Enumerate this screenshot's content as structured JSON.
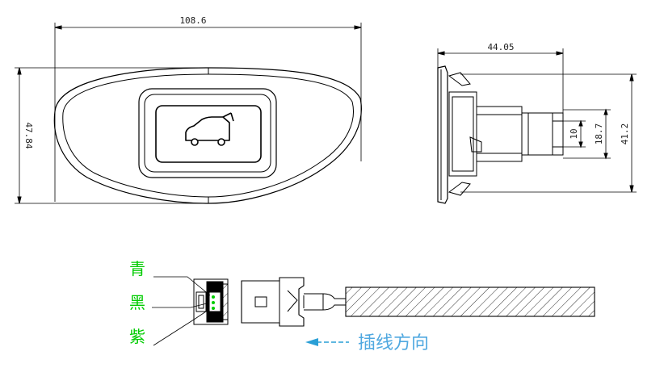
{
  "front_view": {
    "width_dim": "108.6",
    "height_dim": "47.84"
  },
  "side_view": {
    "depth_dim": "44.05",
    "dim_small": "10",
    "dim_mid": "18.7",
    "dim_total": "41.2"
  },
  "connector": {
    "wire_labels": [
      "青",
      "黑",
      "紫"
    ],
    "insert_direction_label": "插线方向"
  },
  "colors": {
    "line": "#000000",
    "label_green": "#00cc00",
    "arrow_blue": "#2a9fd6",
    "label_blue": "#4fa8e0"
  }
}
